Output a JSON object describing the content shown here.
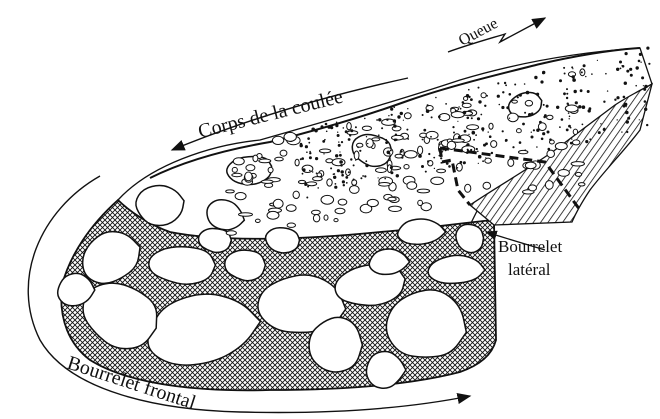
{
  "diagram": {
    "labels": {
      "queue": "Queue",
      "corps": "Corps de la coulée",
      "bourrelet_lateral_line1": "Bourrelet",
      "bourrelet_lateral_line2": "latéral",
      "bourrelet_frontal": "Bourrelet frontal"
    },
    "colors": {
      "ink": "#111111",
      "paper": "#ffffff"
    }
  }
}
